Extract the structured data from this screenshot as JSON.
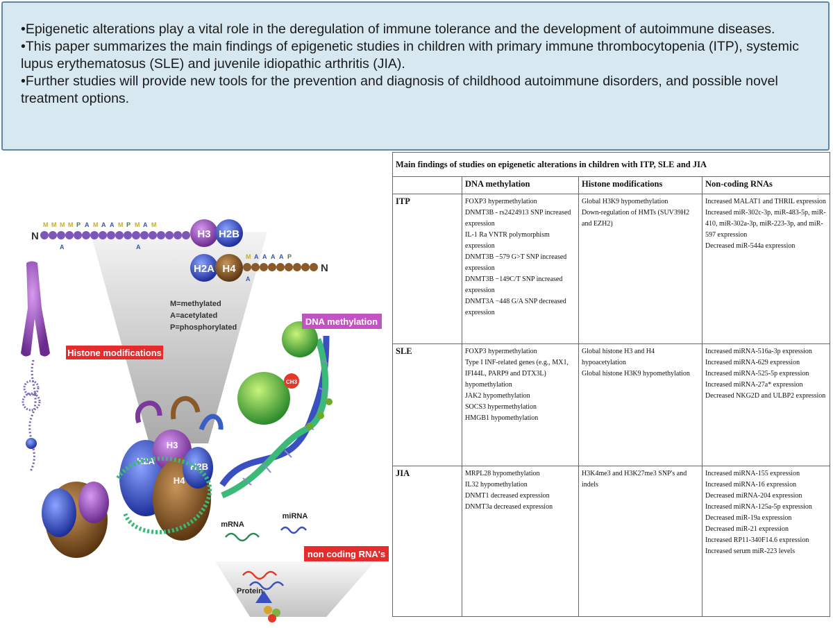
{
  "summary": {
    "bullets": [
      "•Epigenetic alterations play a vital role in the deregulation of immune tolerance and the development of autoimmune diseases.",
      "•This paper summarizes the main findings of epigenetic studies in children with primary immune thrombocytopenia (ITP), systemic lupus erythematosus (SLE) and juvenile idiopathic arthritis (JIA).",
      "•Further studies will provide new tools for the prevention and diagnosis of childhood autoimmune disorders, and possible novel treatment options."
    ]
  },
  "table": {
    "caption": "Main findings of studies on epigenetic alterations in children with ITP, SLE and JIA",
    "headers": [
      "",
      "DNA methylation",
      "Histone modifications",
      "Non-coding RNAs"
    ],
    "rows": [
      {
        "label": "ITP",
        "dna": [
          "FOXP3 hypermethylation",
          "DNMT3B - rs2424913 SNP increased expression",
          "IL-1 Ra VNTR polymorphism expression",
          "DNMT3B −579 G>T SNP increased expression",
          "DNMT3B −149C/T SNP increased expression",
          "DNMT3A −448 G/A SNP decreased expression"
        ],
        "histone": [
          "Global H3K9 hypomethylation",
          "Down-regulation of HMTs (SUV39H2 and EZH2)"
        ],
        "ncrna": [
          "Increased MALAT1 and THRIL expression",
          "Increased miR-302c-3p, miR-483-5p, miR-410, miR-302a-3p, miR-223-3p, and miR-597 expression",
          "Decreased miR-544a expression"
        ]
      },
      {
        "label": "SLE",
        "dna": [
          "FOXP3 hypermethylation",
          "Type I INF-related genes (e.g., MX1, IFI44L, PARP9 and DTX3L) hypomethylation",
          "JAK2 hypomethylation",
          "SOCS3 hypermethylation",
          "HMGB1 hypomethylation"
        ],
        "histone": [
          "Global histone H3 and H4 hypoacetylation",
          "Global histone H3K9 hypomethylation"
        ],
        "ncrna": [
          "Increased miRNA-516a-3p expression",
          "Increased miRNA-629 expression",
          "Increased miRNA-525-5p expression",
          "Increased miRNA-27a* expression",
          "Decreased NKG2D and ULBP2 expression"
        ]
      },
      {
        "label": "JIA",
        "dna": [
          "MRPL28 hypomethylation",
          "IL32 hypomethylation",
          "DNMT1 decreased expression",
          "DNMT3a decreased expression"
        ],
        "histone": [
          "H3K4me3 and H3K27me3 SNP's and indels"
        ],
        "ncrna": [
          "Increased miRNA-155 expression",
          "Increased miRNA-16 expression",
          "Decreased miRNA-204 expression",
          "Increased miRNA-125a-5p expression",
          "Decreased miR-19a expression",
          "Decreased miR-21 expression",
          "Increased RP11-340F14.6 expression",
          "Increased serum miR-223 levels"
        ]
      }
    ]
  },
  "diagram": {
    "histone_modifications_label": "Histone modifications",
    "dna_methylation_label": "DNA methylation",
    "non_coding_label": "non coding RNA's",
    "legend": [
      "M=methylated",
      "A=acetylated",
      "P=phosphorylated"
    ],
    "histones": [
      "H3",
      "H2B",
      "H2A",
      "H4"
    ],
    "tail_end": "N",
    "mrna_label": "mRNA",
    "mirna_label": "miRNA",
    "protein_label": "Protein",
    "methyl_label": "CH3",
    "colors": {
      "h3": "#9b4fb6",
      "h2b": "#3a5fc4",
      "h2a": "#3a5fc4",
      "h4": "#8a5a2b",
      "red_label": "#e52b2b",
      "pink_label": "#c154c1",
      "summary_bg": "#d7e8f1"
    }
  }
}
